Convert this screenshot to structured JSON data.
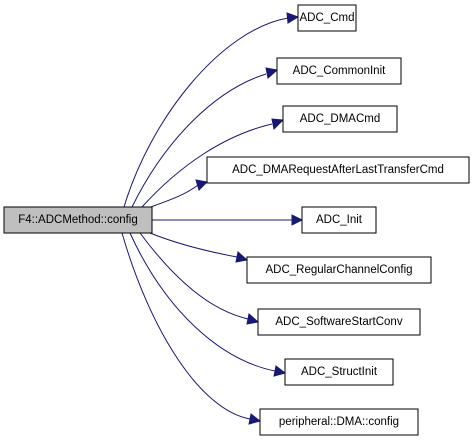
{
  "colors": {
    "edge": "#191970",
    "source_fill": "#bfbfbf",
    "callee_fill": "#ffffff",
    "border": "#000000"
  },
  "source": {
    "label": "F4::ADCMethod::config"
  },
  "callees": [
    {
      "label": "ADC_Cmd"
    },
    {
      "label": "ADC_CommonInit"
    },
    {
      "label": "ADC_DMACmd"
    },
    {
      "label": "ADC_DMARequestAfterLastTransferCmd"
    },
    {
      "label": "ADC_Init"
    },
    {
      "label": "ADC_RegularChannelConfig"
    },
    {
      "label": "ADC_SoftwareStartConv"
    },
    {
      "label": "ADC_StructInit"
    },
    {
      "label": "peripheral::DMA::config"
    }
  ]
}
